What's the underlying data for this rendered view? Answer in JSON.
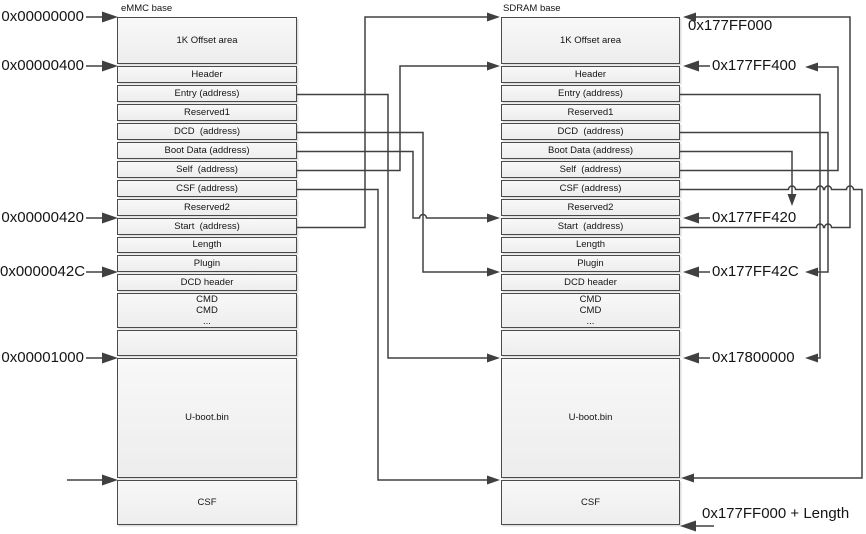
{
  "diagram": {
    "left_table": {
      "base_label": "eMMC base",
      "rows": [
        "1K Offset area",
        "Header",
        "Entry (address)",
        "Reserved1",
        "DCD  (address)",
        "Boot Data (address)",
        "Self  (address)",
        "CSF (address)",
        "Reserved2",
        "Start  (address)",
        "Length",
        "Plugin",
        "DCD header",
        "CMD\nCMD\n...",
        "",
        "U-boot.bin",
        "CSF"
      ]
    },
    "right_table": {
      "base_label": "SDRAM base",
      "rows": [
        "1K Offset area",
        "Header",
        "Entry (address)",
        "Reserved1",
        "DCD  (address)",
        "Boot Data (address)",
        "Self  (address)",
        "CSF (address)",
        "Reserved2",
        "Start  (address)",
        "Length",
        "Plugin",
        "DCD header",
        "CMD\nCMD\n...",
        "",
        "U-boot.bin",
        "CSF"
      ]
    },
    "left_addresses": [
      "0x00000000",
      "0x00000400",
      "0x00000420",
      "0x0000042C",
      "0x00001000"
    ],
    "right_addresses": [
      "0x177FF000",
      "0x177FF400",
      "0x177FF420",
      "0x177FF42C",
      "0x17800000",
      "0x177FF000 + Length"
    ],
    "connections": [
      {
        "from": "eMMC Entry (address)",
        "to": "SDRAM U-boot.bin start (0x17800000)"
      },
      {
        "from": "eMMC DCD (address)",
        "to": "SDRAM DCD header (0x177FF42C)"
      },
      {
        "from": "eMMC Boot Data (address)",
        "to": "SDRAM Start field (0x177FF420)"
      },
      {
        "from": "eMMC Self (address)",
        "to": "SDRAM Header (0x177FF400)"
      },
      {
        "from": "eMMC CSF (address)",
        "to": "SDRAM CSF section"
      },
      {
        "from": "eMMC Start (address)",
        "to": "SDRAM base (0x177FF000)"
      },
      {
        "from": "SDRAM Entry (address)",
        "to": "0x17800000"
      },
      {
        "from": "SDRAM DCD (address)",
        "to": "0x177FF42C"
      },
      {
        "from": "SDRAM Boot Data (address)",
        "to": "0x177FF420"
      },
      {
        "from": "SDRAM Self (address)",
        "to": "0x177FF400"
      },
      {
        "from": "SDRAM CSF (address)",
        "to": "CSF section end (0x177FF000 + Length)"
      },
      {
        "from": "SDRAM Start (address)",
        "to": "0x177FF000"
      }
    ],
    "colors": {
      "background": "#ffffff",
      "line": "#404040",
      "row_border": "#4a4a4a",
      "row_fill": "#f2f2f2",
      "text": "#141414"
    }
  }
}
